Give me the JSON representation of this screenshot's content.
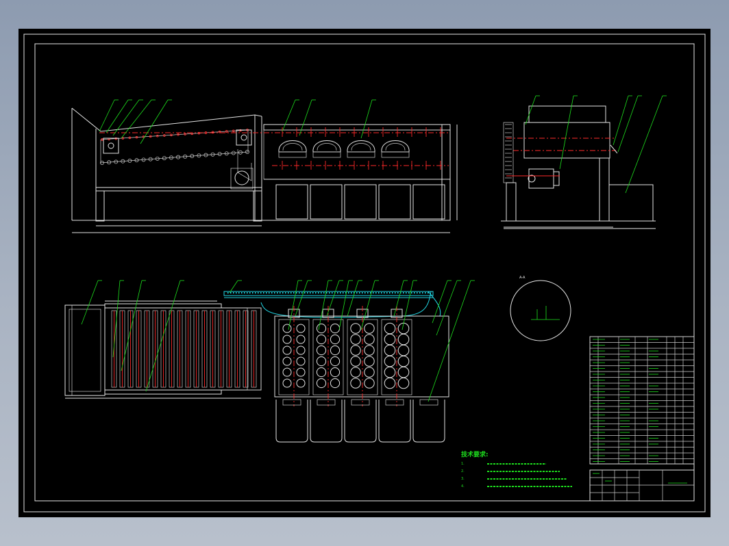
{
  "tech": {
    "heading": "技术要求:",
    "items": [
      "1.",
      "2.",
      "3.",
      "4."
    ]
  },
  "section": {
    "label": "A-A"
  },
  "colors": {
    "background": "#000000",
    "outline": "#e6e6e6",
    "leader": "#1ee11e",
    "centerline": "#ff2a2a",
    "cyan": "#22d8e6"
  }
}
